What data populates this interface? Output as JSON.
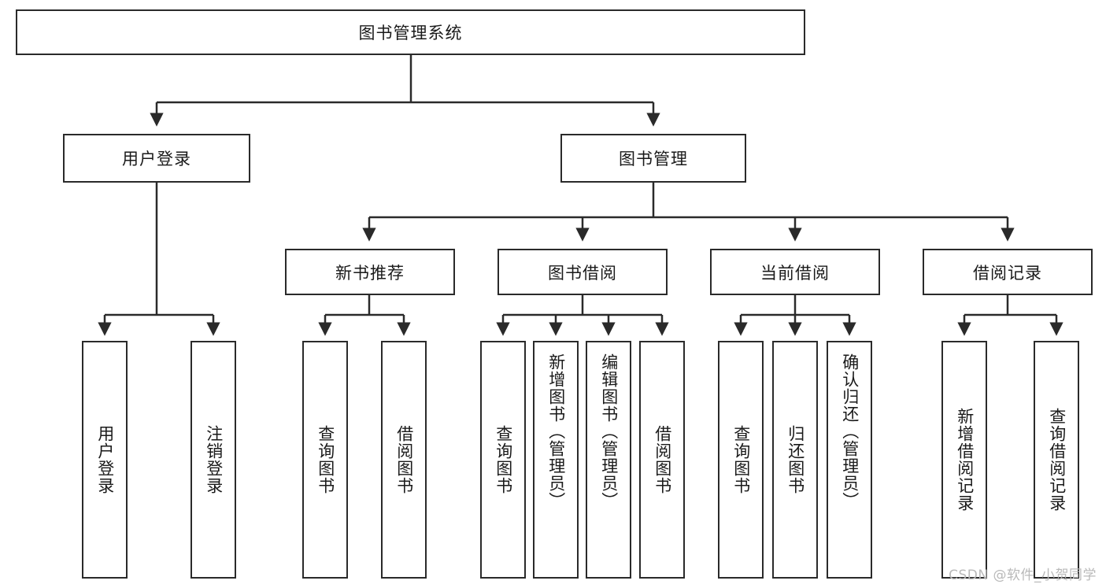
{
  "diagram": {
    "title_box": {
      "label": "图书管理系统"
    },
    "level2": [
      {
        "id": "user-login",
        "label": "用户登录"
      },
      {
        "id": "book-management",
        "label": "图书管理"
      }
    ],
    "level3": [
      {
        "id": "new-book-recommend",
        "label": "新书推荐"
      },
      {
        "id": "book-borrow",
        "label": "图书借阅"
      },
      {
        "id": "current-borrow",
        "label": "当前借阅"
      },
      {
        "id": "borrow-record",
        "label": "借阅记录"
      }
    ],
    "leaves": {
      "user_login": [
        {
          "id": "leaf-user-login",
          "label": "用户登录"
        },
        {
          "id": "leaf-logout-login",
          "label": "注销登录"
        }
      ],
      "new_book_recommend": [
        {
          "id": "leaf-query-book-1",
          "label": "查询图书"
        },
        {
          "id": "leaf-borrow-book-1",
          "label": "借阅图书"
        }
      ],
      "book_borrow": [
        {
          "id": "leaf-query-book-2",
          "label": "查询图书"
        },
        {
          "id": "leaf-add-book",
          "label": "新增图书（管理员）"
        },
        {
          "id": "leaf-edit-book",
          "label": "编辑图书（管理员）"
        },
        {
          "id": "leaf-borrow-book-2",
          "label": "借阅图书"
        }
      ],
      "current_borrow": [
        {
          "id": "leaf-query-book-3",
          "label": "查询图书"
        },
        {
          "id": "leaf-return-book",
          "label": "归还图书"
        },
        {
          "id": "leaf-confirm-return",
          "label": "确认归还（管理员）"
        }
      ],
      "borrow_record": [
        {
          "id": "leaf-add-borrow-record",
          "label": "新增借阅记录"
        },
        {
          "id": "leaf-query-borrow-record",
          "label": "查询借阅记录"
        }
      ]
    },
    "watermark": "CSDN @软件_小贺同学",
    "colors": {
      "stroke": "#2a2a2a",
      "fill": "#ffffff",
      "text": "#1a1a1a",
      "watermark": "#b9b9b9"
    }
  }
}
